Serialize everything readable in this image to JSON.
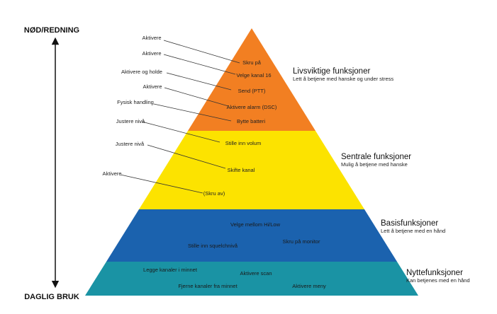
{
  "axis": {
    "top_label": "NØD/REDNING",
    "bottom_label": "DAGLIG BRUK"
  },
  "tiers": [
    {
      "title": "Livsviktige funksjoner",
      "subtitle": "Lett å betjene med hanske og under stress",
      "color": "#F27F22"
    },
    {
      "title": "Sentrale funksjoner",
      "subtitle": "Mulig å betjene med hanske",
      "color": "#FCE300"
    },
    {
      "title": "Basisfunksjoner",
      "subtitle": "Lett å betjene med en hånd",
      "color": "#1B62AE"
    },
    {
      "title": "Nyttefunksjoner",
      "subtitle": "Kan betjenes med en hånd",
      "color": "#1A93A4"
    }
  ],
  "mappings": [
    {
      "action": "Aktivere",
      "function": "Skru på"
    },
    {
      "action": "Aktivere",
      "function": "Velge kanal 16"
    },
    {
      "action": "Aktivere og holde",
      "function": "Send (PTT)"
    },
    {
      "action": "Aktivere",
      "function": "Aktivere alarm (DSC)"
    },
    {
      "action": "Fysisk handling",
      "function": "Bytte batteri"
    },
    {
      "action": "Justere nivå",
      "function": "Stille inn volum"
    },
    {
      "action": "Justere nivå",
      "function": "Skifte kanal"
    },
    {
      "action": "Aktivere",
      "function": "(Skru av)"
    }
  ],
  "basis_functions": [
    "Velge mellom Hi/Low",
    "Stille inn squelchnivå",
    "Skru på monitor"
  ],
  "utility_functions": [
    "Legge kanaler i minnet",
    "Aktivere scan",
    "Fjerne kanaler fra minnet",
    "Aktivere meny"
  ]
}
